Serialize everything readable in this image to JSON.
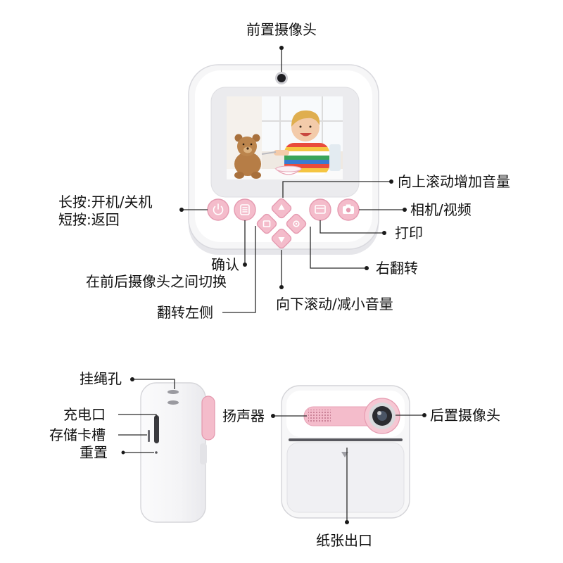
{
  "callouts": {
    "front_camera": "前置摄像头",
    "scroll_up_volume_up": "向上滚动增加音量",
    "long_press_power": "长按:开机/关机",
    "short_press_back": "短按:返回",
    "camera_video": "相机/视频",
    "print": "打印",
    "confirm": "确认",
    "switch_cameras": "在前后摄像头之间切换",
    "flip_right": "右翻转",
    "scroll_down_volume_down": "向下滚动/减小音量",
    "flip_left": "翻转左侧",
    "lanyard_hole": "挂绳孔",
    "charging_port": "充电口",
    "memory_card_slot": "存储卡槽",
    "reset": "重置",
    "speaker": "扬声器",
    "rear_camera": "后置摄像头",
    "paper_outlet": "纸张出口"
  },
  "icons": {
    "power_button": "power-icon",
    "menu_button": "menu-icon",
    "print_button": "print-icon",
    "camera_button": "camera-icon",
    "dpad_up": "up-arrow-icon",
    "dpad_down": "down-arrow-icon",
    "dpad_left": "flip-left-icon",
    "dpad_right": "flip-right-icon"
  },
  "colors": {
    "pink": "#f4bccb",
    "pink_dark": "#e59ab0",
    "body": "#ffffff",
    "shell": "#f6f6f7",
    "leader_line": "#2a2a2a"
  }
}
